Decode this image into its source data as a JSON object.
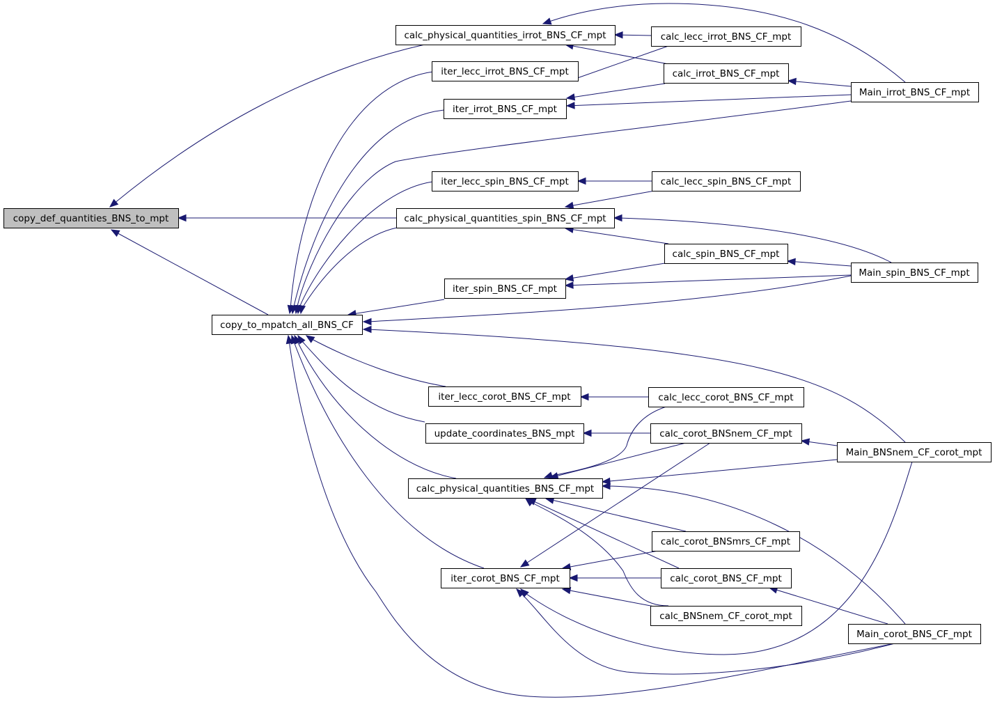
{
  "graph": {
    "colors": {
      "edge": "#191970",
      "node_border": "#000000",
      "root_fill": "#bfbfbf",
      "node_fill": "#ffffff"
    },
    "nodes": [
      {
        "id": "copy_def",
        "label": "copy_def_quantities_BNS_to_mpt",
        "root": true
      },
      {
        "id": "copy_to_mpatch",
        "label": "copy_to_mpatch_all_BNS_CF"
      },
      {
        "id": "cpq_irrot",
        "label": "calc_physical_quantities_irrot_BNS_CF_mpt"
      },
      {
        "id": "iter_lecc_irrot",
        "label": "iter_lecc_irrot_BNS_CF_mpt"
      },
      {
        "id": "iter_irrot",
        "label": "iter_irrot_BNS_CF_mpt"
      },
      {
        "id": "iter_lecc_spin",
        "label": "iter_lecc_spin_BNS_CF_mpt"
      },
      {
        "id": "cpq_spin",
        "label": "calc_physical_quantities_spin_BNS_CF_mpt"
      },
      {
        "id": "iter_spin",
        "label": "iter_spin_BNS_CF_mpt"
      },
      {
        "id": "iter_lecc_corot",
        "label": "iter_lecc_corot_BNS_CF_mpt"
      },
      {
        "id": "update_coord",
        "label": "update_coordinates_BNS_mpt"
      },
      {
        "id": "cpq",
        "label": "calc_physical_quantities_BNS_CF_mpt"
      },
      {
        "id": "iter_corot",
        "label": "iter_corot_BNS_CF_mpt"
      },
      {
        "id": "calc_lecc_irrot",
        "label": "calc_lecc_irrot_BNS_CF_mpt"
      },
      {
        "id": "calc_irrot",
        "label": "calc_irrot_BNS_CF_mpt"
      },
      {
        "id": "calc_lecc_spin",
        "label": "calc_lecc_spin_BNS_CF_mpt"
      },
      {
        "id": "calc_spin",
        "label": "calc_spin_BNS_CF_mpt"
      },
      {
        "id": "calc_lecc_corot",
        "label": "calc_lecc_corot_BNS_CF_mpt"
      },
      {
        "id": "calc_corot_nem",
        "label": "calc_corot_BNSnem_CF_mpt"
      },
      {
        "id": "calc_corot_mrs",
        "label": "calc_corot_BNSmrs_CF_mpt"
      },
      {
        "id": "calc_corot",
        "label": "calc_corot_BNS_CF_mpt"
      },
      {
        "id": "calc_nem_corot",
        "label": "calc_BNSnem_CF_corot_mpt"
      },
      {
        "id": "main_irrot",
        "label": "Main_irrot_BNS_CF_mpt"
      },
      {
        "id": "main_spin",
        "label": "Main_spin_BNS_CF_mpt"
      },
      {
        "id": "main_nem",
        "label": "Main_BNSnem_CF_corot_mpt"
      },
      {
        "id": "main_corot",
        "label": "Main_corot_BNS_CF_mpt"
      }
    ],
    "edges": [
      [
        "cpq_irrot",
        "copy_def"
      ],
      [
        "cpq_spin",
        "copy_def"
      ],
      [
        "copy_to_mpatch",
        "copy_def"
      ],
      [
        "iter_lecc_irrot",
        "copy_to_mpatch"
      ],
      [
        "iter_irrot",
        "copy_to_mpatch"
      ],
      [
        "main_irrot",
        "copy_to_mpatch"
      ],
      [
        "iter_lecc_spin",
        "copy_to_mpatch"
      ],
      [
        "cpq_spin",
        "copy_to_mpatch"
      ],
      [
        "iter_spin",
        "copy_to_mpatch"
      ],
      [
        "main_spin",
        "copy_to_mpatch"
      ],
      [
        "main_nem",
        "copy_to_mpatch"
      ],
      [
        "iter_lecc_corot",
        "copy_to_mpatch"
      ],
      [
        "update_coord",
        "copy_to_mpatch"
      ],
      [
        "cpq",
        "copy_to_mpatch"
      ],
      [
        "iter_corot",
        "copy_to_mpatch"
      ],
      [
        "main_corot",
        "copy_to_mpatch"
      ],
      [
        "calc_lecc_irrot",
        "cpq_irrot"
      ],
      [
        "calc_irrot",
        "cpq_irrot"
      ],
      [
        "main_irrot",
        "cpq_irrot"
      ],
      [
        "calc_lecc_irrot",
        "iter_lecc_irrot"
      ],
      [
        "calc_irrot",
        "iter_irrot"
      ],
      [
        "main_irrot",
        "iter_irrot"
      ],
      [
        "main_irrot",
        "calc_irrot"
      ],
      [
        "calc_lecc_spin",
        "iter_lecc_spin"
      ],
      [
        "calc_lecc_spin",
        "cpq_spin"
      ],
      [
        "calc_spin",
        "cpq_spin"
      ],
      [
        "main_spin",
        "cpq_spin"
      ],
      [
        "calc_spin",
        "iter_spin"
      ],
      [
        "main_spin",
        "iter_spin"
      ],
      [
        "main_spin",
        "calc_spin"
      ],
      [
        "calc_lecc_corot",
        "iter_lecc_corot"
      ],
      [
        "calc_corot_nem",
        "update_coord"
      ],
      [
        "calc_lecc_corot",
        "cpq"
      ],
      [
        "calc_corot_nem",
        "cpq"
      ],
      [
        "main_nem",
        "cpq"
      ],
      [
        "calc_corot_mrs",
        "cpq"
      ],
      [
        "calc_corot",
        "cpq"
      ],
      [
        "calc_nem_corot",
        "cpq"
      ],
      [
        "main_corot",
        "cpq"
      ],
      [
        "calc_corot_nem",
        "iter_corot"
      ],
      [
        "calc_corot_mrs",
        "iter_corot"
      ],
      [
        "calc_corot",
        "iter_corot"
      ],
      [
        "calc_nem_corot",
        "iter_corot"
      ],
      [
        "main_nem",
        "iter_corot"
      ],
      [
        "main_corot",
        "iter_corot"
      ],
      [
        "main_nem",
        "calc_corot_nem"
      ],
      [
        "main_corot",
        "calc_corot"
      ]
    ]
  }
}
